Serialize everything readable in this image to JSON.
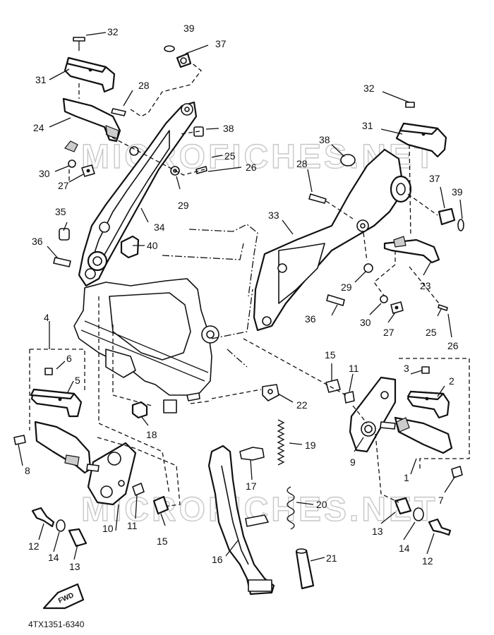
{
  "diagram": {
    "catalog_code": "4TX1351-6340",
    "watermark_text": "MICROFICHES.NET",
    "fwd_label": "FWD",
    "callouts": {
      "c1": "1",
      "c2": "2",
      "c3": "3",
      "c4": "4",
      "c5": "5",
      "c6": "6",
      "c7": "7",
      "c8": "8",
      "c9": "9",
      "c10": "10",
      "c11a": "11",
      "c11b": "11",
      "c12a": "12",
      "c12b": "12",
      "c13a": "13",
      "c13b": "13",
      "c14a": "14",
      "c14b": "14",
      "c15a": "15",
      "c15b": "15",
      "c16": "16",
      "c17": "17",
      "c18": "18",
      "c19": "19",
      "c20": "20",
      "c21": "21",
      "c22": "22",
      "c23": "23",
      "c24": "24",
      "c25a": "25",
      "c25b": "25",
      "c26a": "26",
      "c26b": "26",
      "c27a": "27",
      "c27b": "27",
      "c28a": "28",
      "c28b": "28",
      "c29a": "29",
      "c29b": "29",
      "c30a": "30",
      "c30b": "30",
      "c31a": "31",
      "c31b": "31",
      "c32a": "32",
      "c32b": "32",
      "c33": "33",
      "c34": "34",
      "c35": "35",
      "c36a": "36",
      "c36b": "36",
      "c37a": "37",
      "c37b": "37",
      "c38a": "38",
      "c38b": "38",
      "c39a": "39",
      "c39b": "39",
      "c40": "40"
    }
  }
}
